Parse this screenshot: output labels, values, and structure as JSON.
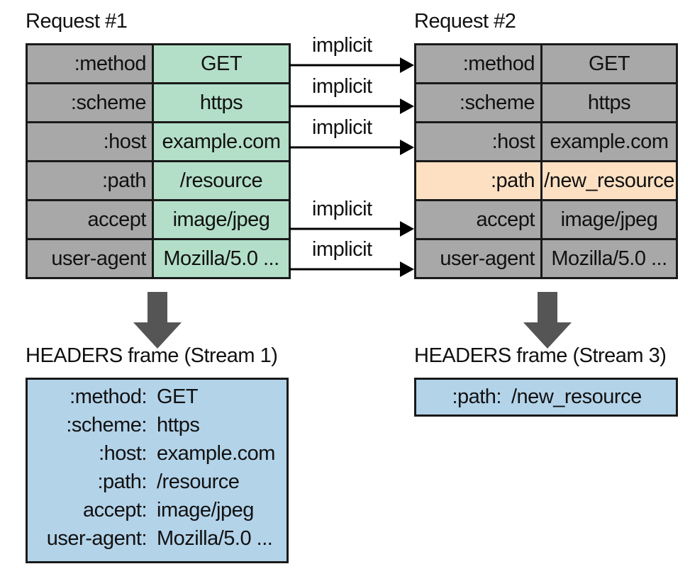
{
  "request1": {
    "title": "Request #1",
    "rows": [
      {
        "key": ":method",
        "value": "GET"
      },
      {
        "key": ":scheme",
        "value": "https"
      },
      {
        "key": ":host",
        "value": "example.com"
      },
      {
        "key": ":path",
        "value": "/resource"
      },
      {
        "key": "accept",
        "value": "image/jpeg"
      },
      {
        "key": "user-agent",
        "value": "Mozilla/5.0 ..."
      }
    ]
  },
  "request2": {
    "title": "Request #2",
    "rows": [
      {
        "key": ":method",
        "value": "GET"
      },
      {
        "key": ":scheme",
        "value": "https"
      },
      {
        "key": ":host",
        "value": "example.com"
      },
      {
        "key": ":path",
        "value": "/new_resource"
      },
      {
        "key": "accept",
        "value": "image/jpeg"
      },
      {
        "key": "user-agent",
        "value": "Mozilla/5.0 ..."
      }
    ]
  },
  "implicit_labels": [
    "implicit",
    "implicit",
    "implicit",
    "implicit",
    "implicit"
  ],
  "frame1": {
    "title": "HEADERS frame (Stream 1)",
    "rows": [
      {
        "key": ":method:",
        "value": "GET"
      },
      {
        "key": ":scheme:",
        "value": "https"
      },
      {
        "key": ":host:",
        "value": "example.com"
      },
      {
        "key": ":path:",
        "value": "/resource"
      },
      {
        "key": "accept:",
        "value": "image/jpeg"
      },
      {
        "key": "user-agent:",
        "value": "Mozilla/5.0 ..."
      }
    ]
  },
  "frame2": {
    "title": "HEADERS frame (Stream 3)",
    "rows": [
      {
        "key": ":path:",
        "value": "/new_resource"
      }
    ]
  },
  "colors": {
    "key_cell": "#a8a8a8",
    "request1_value": "#b3dfc9",
    "changed_row": "#fde0c2",
    "frame_fill": "#b3d3e9",
    "arrow": "#555555"
  }
}
